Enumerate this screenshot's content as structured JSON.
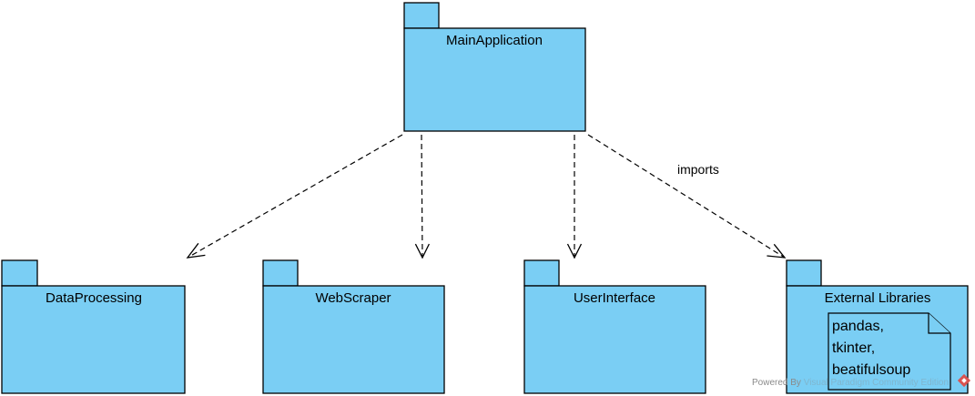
{
  "diagram": {
    "packages": {
      "main": {
        "name": "MainApplication"
      },
      "data_processing": {
        "name": "DataProcessing"
      },
      "web_scraper": {
        "name": "WebScraper"
      },
      "user_interface": {
        "name": "UserInterface"
      },
      "external_libraries": {
        "name": "External Libraries",
        "note_lines": [
          "pandas,",
          "tkinter,",
          "beatifulsoup"
        ]
      }
    },
    "dependencies": [
      {
        "from": "MainApplication",
        "to": "DataProcessing",
        "label": ""
      },
      {
        "from": "MainApplication",
        "to": "WebScraper",
        "label": ""
      },
      {
        "from": "MainApplication",
        "to": "UserInterface",
        "label": ""
      },
      {
        "from": "MainApplication",
        "to": "External Libraries",
        "label": "imports"
      }
    ],
    "colors": {
      "package_fill": "#7acef4",
      "outline": "#000000"
    },
    "watermark": {
      "text_prefix": "Powered By",
      "text_faded": "Visual Paradigm Community Edition"
    }
  }
}
